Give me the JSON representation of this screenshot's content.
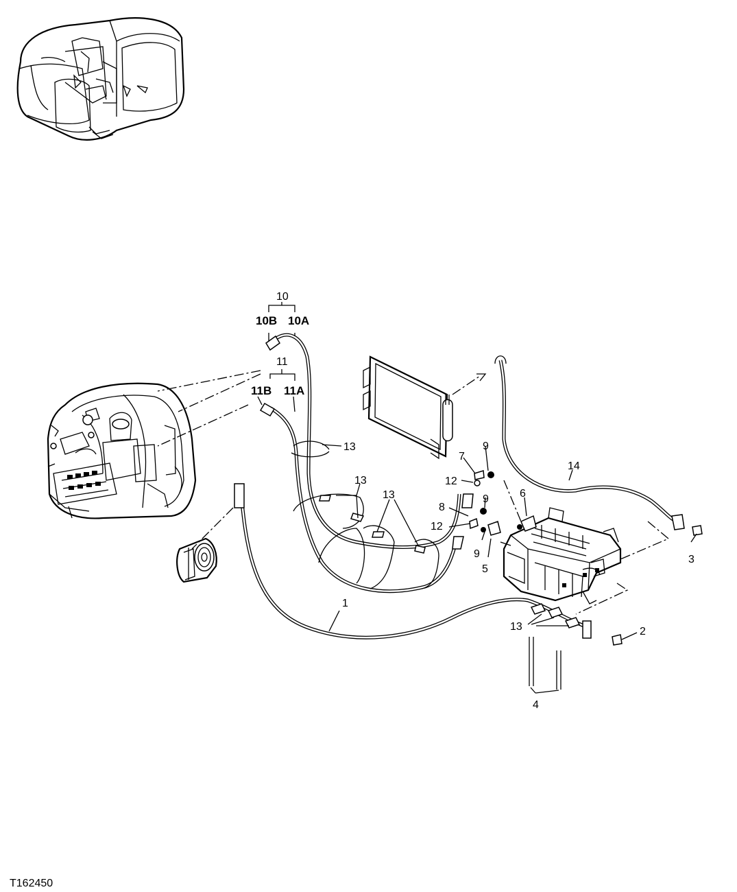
{
  "figure_id": "T162450",
  "callouts": {
    "c1": "1",
    "c2": "2",
    "c3": "3",
    "c4": "4",
    "c5": "5",
    "c6": "6",
    "c7": "7",
    "c8": "8",
    "c9a": "9",
    "c9b": "9",
    "c9c": "9",
    "c10": "10",
    "c10a": "10A",
    "c10b": "10B",
    "c11": "11",
    "c11a": "11A",
    "c11b": "11B",
    "c12a": "12",
    "c12b": "12",
    "c13a": "13",
    "c13b": "13",
    "c13c": "13",
    "c13d": "13",
    "c14": "14"
  }
}
